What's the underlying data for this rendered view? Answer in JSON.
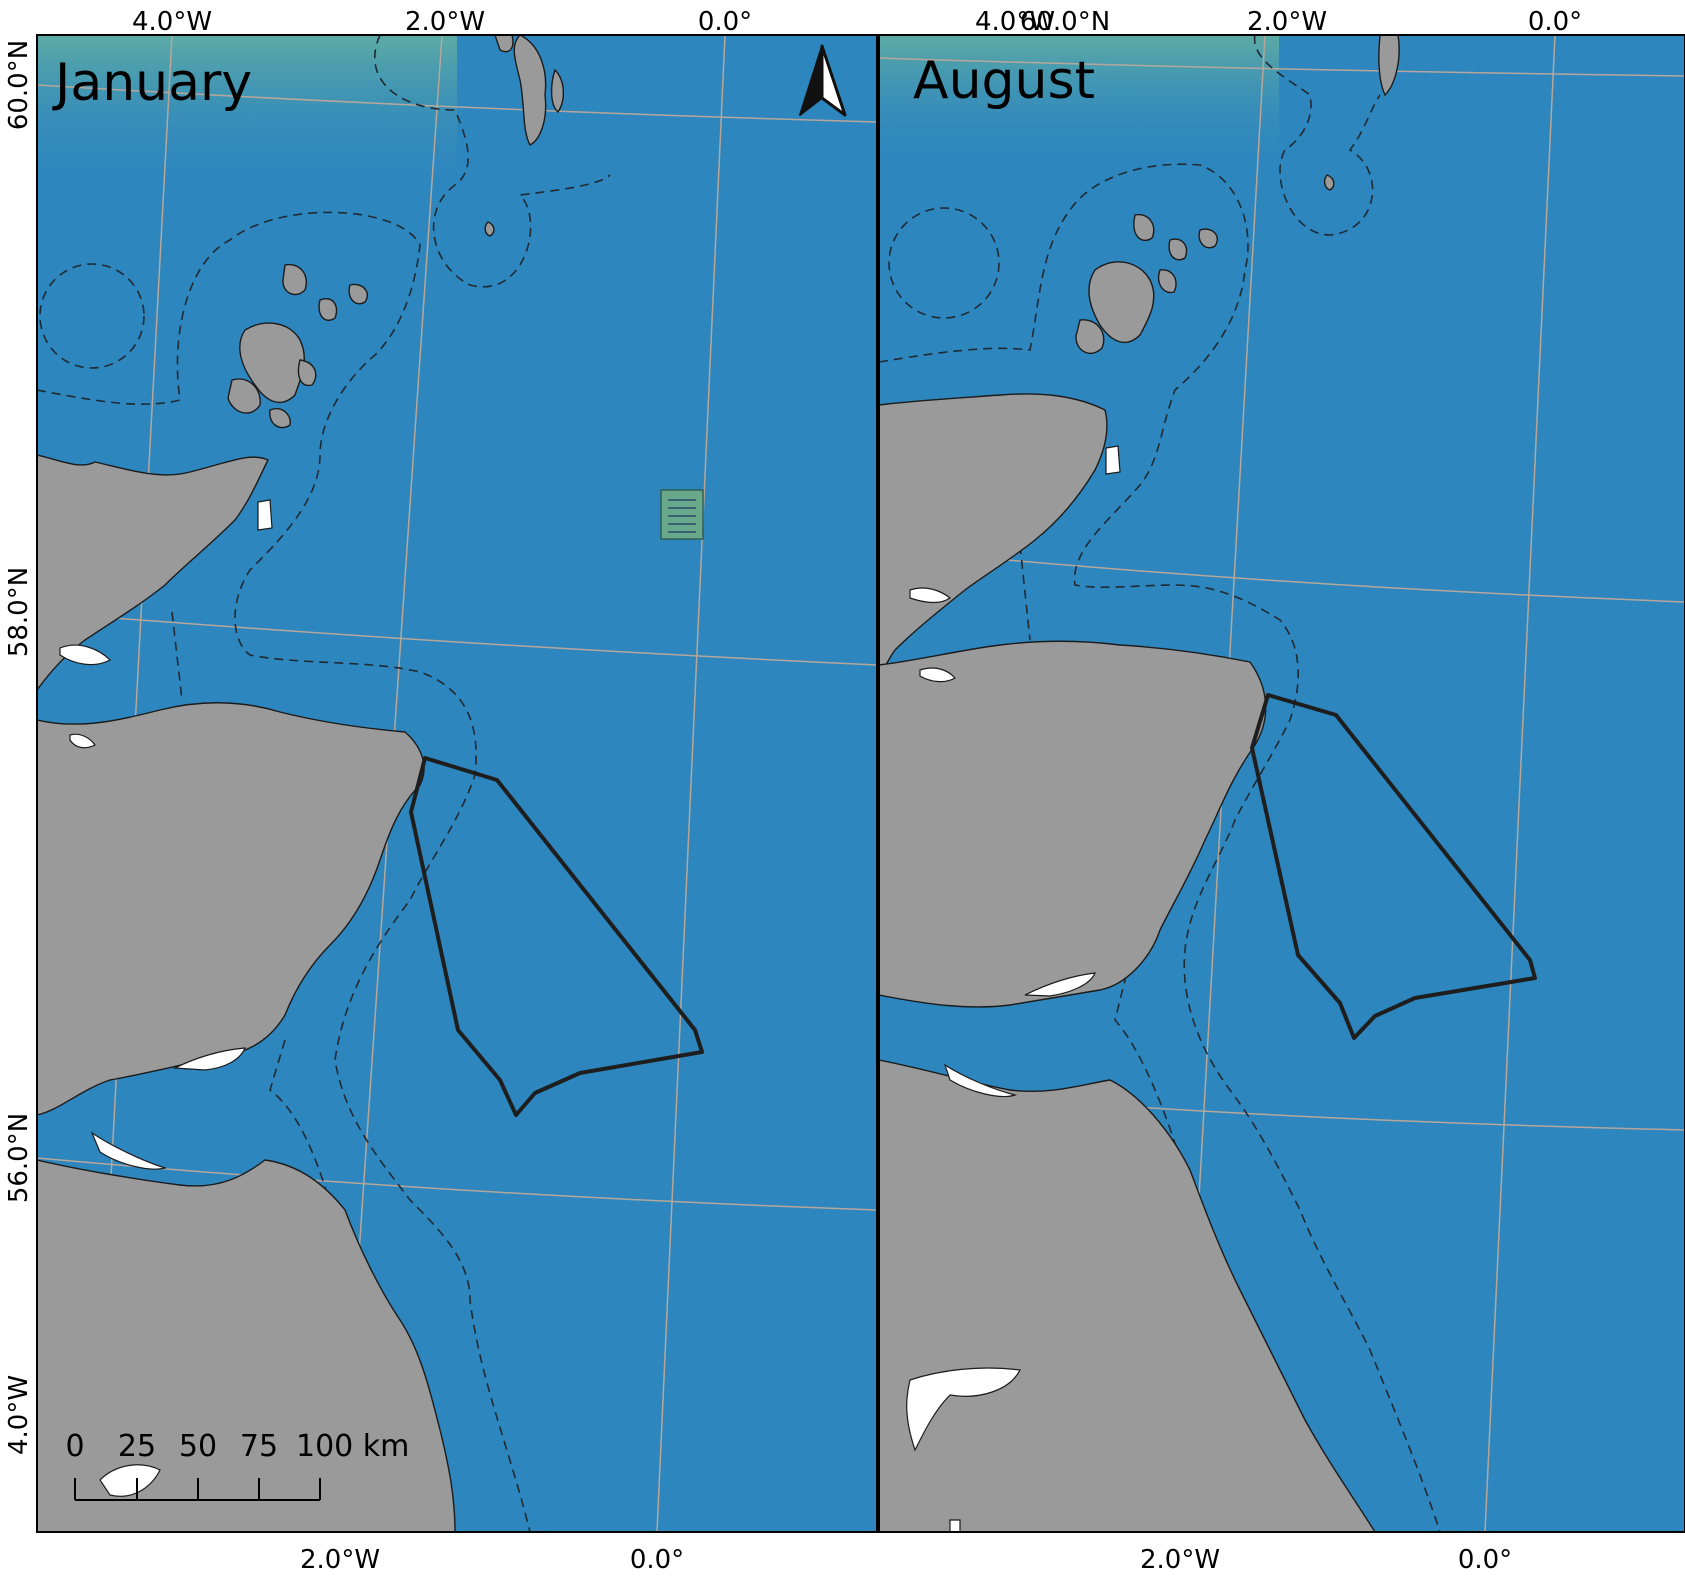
{
  "panels": [
    {
      "title": "January",
      "top_ticks": [
        "4.0°W",
        "2.0°W",
        "0.0°"
      ],
      "bottom_ticks": [
        "2.0°W",
        "0.0°"
      ],
      "left_ticks": [
        "60.0°N",
        "58.0°N",
        "56.0°N",
        "4.0°W"
      ]
    },
    {
      "title": "August",
      "top_ticks": [
        "4.0°W",
        "60.0°N",
        "2.0°W",
        "0.0°"
      ],
      "bottom_ticks": [
        "2.0°W",
        "0.0°"
      ]
    }
  ],
  "scale_bar": {
    "labels": [
      "0",
      "25",
      "50",
      "75",
      "100 km"
    ]
  },
  "colors": {
    "sea": "#2d86be",
    "land": "#9a9a9a",
    "graticule": "#b7a79a",
    "boundary": "#1f2a33",
    "north_shelf_tint": "#5fae9e",
    "panel_border": "#000000"
  },
  "icons": {
    "north_arrow": "north-arrow-icon",
    "legend_marker": "list-legend-icon"
  }
}
